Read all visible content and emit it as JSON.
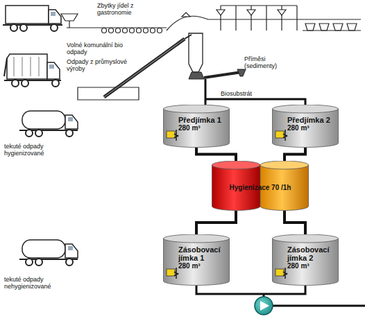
{
  "diagram": {
    "nodes": [
      {
        "text": [
          "Předjímka 1",
          "280 m³"
        ]
      },
      {
        "text": [
          "Předjímka 2",
          "280 m³"
        ]
      },
      {
        "text": [
          "Hygienizace 70 /1h"
        ]
      },
      {
        "text": [
          "Zásobovací jímka 1",
          "280 m³"
        ]
      },
      {
        "text": [
          "Zásobovací jímka 2",
          "280 m³"
        ]
      }
    ],
    "edges": [
      {
        "from": 0,
        "to": 2,
        "arrow": "none"
      },
      {
        "from": 1,
        "to": 2,
        "arrow": "none"
      },
      {
        "from": 2,
        "to": 3,
        "arrow": "none"
      },
      {
        "from": 2,
        "to": 4,
        "arrow": "none"
      }
    ],
    "labels": [
      "Zbytky jídel z gastronomie",
      "Volné komunální bio odpady",
      "Odpady z průmyslové výroby",
      "Příměsi (sedimenty)",
      "Biosubstrát",
      "tekuté odpady hygienizované",
      "tekuté odpady nehygienizované"
    ]
  }
}
